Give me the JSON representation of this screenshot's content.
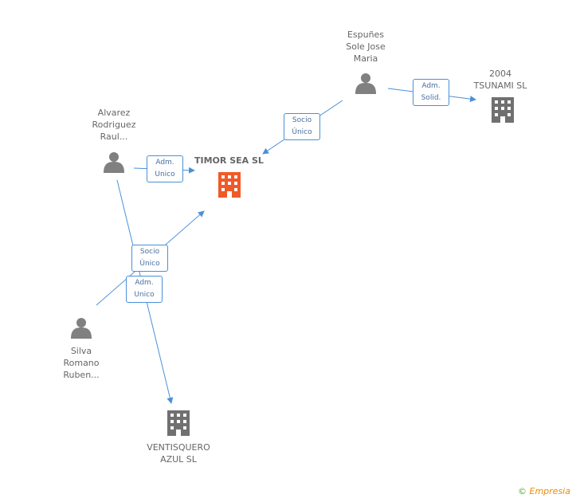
{
  "nodes": {
    "espunes": {
      "label": "Espuñes\nSole Jose\nMaria",
      "icon": "person-icon"
    },
    "tsunami": {
      "label": "2004\nTSUNAMI SL",
      "icon": "building-icon"
    },
    "alvarez": {
      "label": "Alvarez\nRodriguez\nRaul...",
      "icon": "person-icon"
    },
    "timor": {
      "label": "TIMOR SEA SL",
      "icon": "building-icon",
      "color": "#f05a28"
    },
    "silva": {
      "label": "Silva\nRomano\nRuben...",
      "icon": "person-icon"
    },
    "ventisquero": {
      "label": "VENTISQUERO\nAZUL SL",
      "icon": "building-icon"
    }
  },
  "edges": {
    "espunes_tsunami": "Adm.\nSolid.",
    "espunes_timor": "Socio\nÚnico",
    "alvarez_timor": "Adm.\nUnico",
    "silva_timor": "Socio\nÚnico",
    "silva_ventisquero": "Adm.\nUnico"
  },
  "footer": {
    "copyright": "©",
    "brand": "Empresia"
  },
  "colors": {
    "edge": "#4a90d9",
    "person": "#808080",
    "building": "#707070",
    "main_building": "#f05a28"
  }
}
